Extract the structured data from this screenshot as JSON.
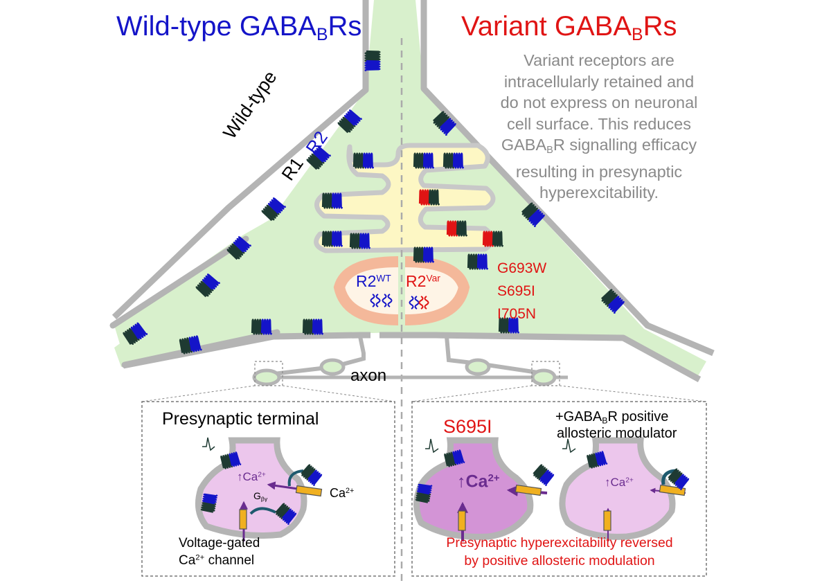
{
  "headers": {
    "wildtype": {
      "prefix": "Wild-type GABA",
      "sub": "B",
      "suffix": "Rs"
    },
    "variant": {
      "prefix": "Variant GABA",
      "sub": "B",
      "suffix": "Rs"
    }
  },
  "description": {
    "line1": "Variant receptors are",
    "line2": "intracellularly retained and",
    "line3": "do not express on neuronal",
    "line4": "cell surface. This reduces",
    "line5_prefix": "GABA",
    "line5_sub": "B",
    "line5_suffix": "R signalling efficacy",
    "line6": "resulting in presynaptic",
    "line7": "hyperexcitability."
  },
  "wildtype_label": {
    "line1": "Wild-type",
    "r1": "R1",
    "r2": "R2"
  },
  "nucleus": {
    "r2wt_base": "R2",
    "r2wt_sup": "WT",
    "r2var_base": "R2",
    "r2var_sup": "Var"
  },
  "variants": [
    "G693W",
    "S695I",
    "I705N"
  ],
  "axon_label": "axon",
  "left_inset": {
    "title": "Presynaptic terminal",
    "ca_inside": "Ca",
    "ca_inside_sup": "2+",
    "g_label": "G",
    "g_sub": "βγ",
    "ca_outside": "Ca",
    "ca_outside_sup": "2+",
    "vgcc_line1": "Voltage-gated",
    "vgcc_line2_base": "Ca",
    "vgcc_line2_sup": "2+",
    "vgcc_line2_suffix": " channel"
  },
  "right_inset": {
    "variant_title": "S695I",
    "pam_line1_prefix": "+GABA",
    "pam_line1_sub": "B",
    "pam_line1_suffix": "R positive",
    "pam_line2": "allosteric modulator",
    "ca_big": "Ca",
    "ca_big_sup": "2+",
    "ca_small": "Ca",
    "ca_small_sup": "2+",
    "conclusion_line1": "Presynaptic hyperexcitability reversed",
    "conclusion_line2": "by positive allosteric modulation"
  },
  "colors": {
    "wildtype_blue": "#1414c8",
    "variant_red": "#e01414",
    "gray_text": "#8a8a8a",
    "cytoplasm_green": "#d8f0cc",
    "membrane_gray": "#b4b4b4",
    "er_yellow": "#fdf7c4",
    "nucleus_salmon": "#f4b89a",
    "terminal_pink": "#ecc6ec",
    "terminal_dark_pink": "#d394d6",
    "arrow_purple": "#6a2c8f",
    "receptor_dark": "#1e3a32",
    "channel_orange": "#f0b020"
  }
}
